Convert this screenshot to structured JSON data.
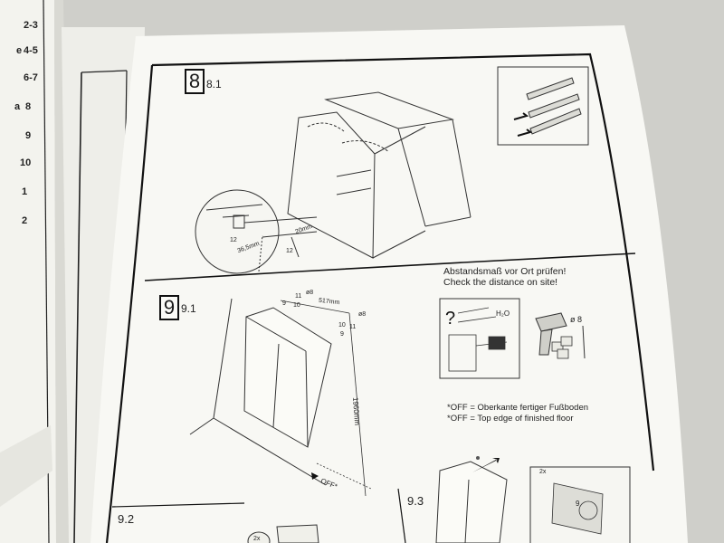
{
  "page_index_left": [
    "2-3",
    "4-5",
    "6-7",
    "8",
    "9",
    "10",
    "1",
    "2"
  ],
  "left_page_prefix_letters": [
    "",
    "e",
    "",
    "a",
    "",
    "",
    "",
    ""
  ],
  "steps": {
    "step8": {
      "number": "8",
      "sub": "8.1",
      "dims": {
        "a": "36,5mm",
        "b": "20mm",
        "c": "12",
        "d": "12"
      }
    },
    "step9": {
      "number": "9",
      "sub": "9.1",
      "dims": {
        "w": "517mm",
        "h": "1960mm",
        "n9": "9",
        "n10": "10",
        "n11": "11",
        "n8": "ø8",
        "n9b": "9",
        "n10b": "10",
        "n11b": "11",
        "n8b": "ø8",
        "off": "OFF*"
      }
    },
    "step92": {
      "sub": "9.2",
      "qty": "2x"
    },
    "step93": {
      "sub": "9.3",
      "qty": "2x",
      "n9": "9"
    }
  },
  "check_distance": {
    "de": "Abstandsmaß vor Ort prüfen!",
    "en": "Check the distance on site!",
    "drill": "ø 8",
    "water": "H₂O"
  },
  "off_notes": {
    "de": "*OFF = Oberkante fertiger Fußboden",
    "en": "*OFF = Top edge of finished floor"
  }
}
